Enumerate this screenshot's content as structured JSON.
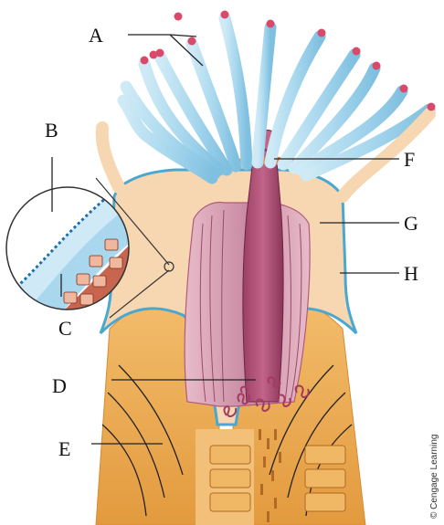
{
  "labels": {
    "A": "A",
    "B": "B",
    "C": "C",
    "D": "D",
    "E": "E",
    "F": "F",
    "G": "G",
    "H": "H"
  },
  "credit": "© Cengage Learning",
  "colors": {
    "tentacle": "#a9d8ee",
    "tentacle_tip": "#d94a6a",
    "body": "#f6d7b2",
    "body_outline": "#4aa8cf",
    "gut": "#b25a7a",
    "gut_cavity": "#e6b7c4",
    "skeleton": "#e9a24a",
    "skeleton_dark": "#c8782a",
    "oral_disc": "#e87b3a"
  }
}
